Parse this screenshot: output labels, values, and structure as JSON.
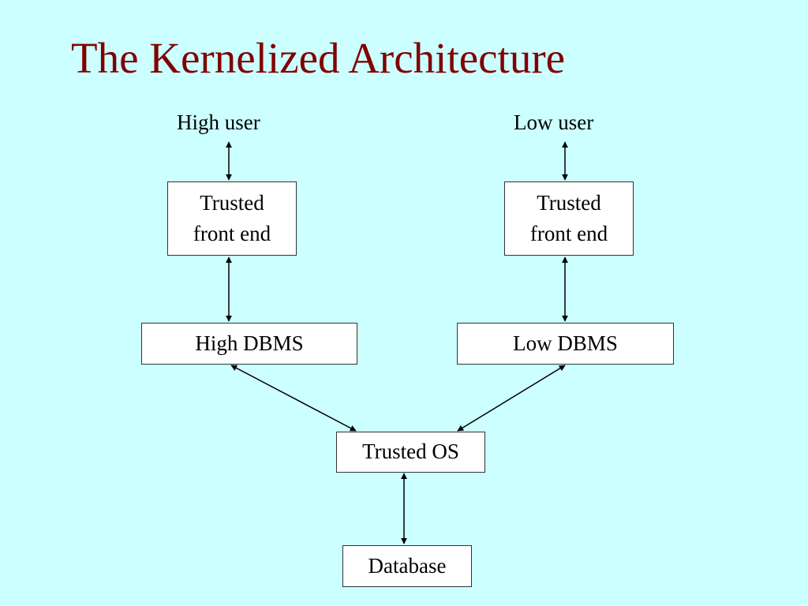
{
  "title": "The Kernelized Architecture",
  "users": {
    "high": "High user",
    "low": "Low user"
  },
  "front_ends": {
    "high": {
      "line1": "Trusted",
      "line2": "front end"
    },
    "low": {
      "line1": "Trusted",
      "line2": "front end"
    }
  },
  "dbms": {
    "high": "High DBMS",
    "low": "Low DBMS"
  },
  "os": "Trusted OS",
  "database": "Database"
}
